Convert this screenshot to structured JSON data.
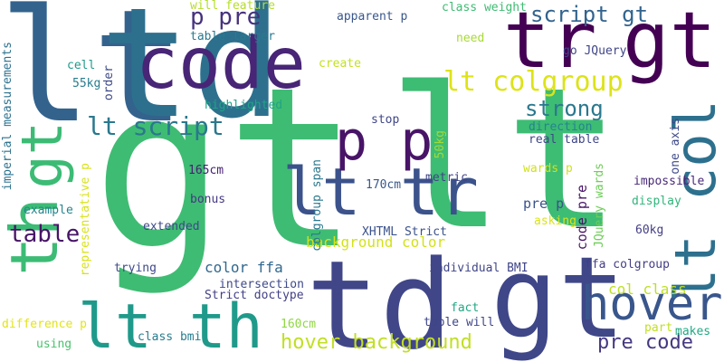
{
  "words": [
    {
      "text": "lt",
      "color": "#33638d"
    },
    {
      "text": "td",
      "color": "#2d708e"
    },
    {
      "text": "gt",
      "color": "#3fbc73"
    },
    {
      "text": "lt",
      "color": "#3dbc74"
    },
    {
      "text": "td",
      "color": "#404688"
    },
    {
      "text": "gt",
      "color": "#3f4788"
    },
    {
      "text": "code",
      "color": "#482576"
    },
    {
      "text": "tr",
      "color": "#440154"
    },
    {
      "text": "gt",
      "color": "#440154"
    },
    {
      "text": "th",
      "color": "#3cbb75"
    },
    {
      "text": "gt",
      "color": "#3cbb75"
    },
    {
      "text": "lt tr",
      "color": "#3b528b"
    },
    {
      "text": "lt th",
      "color": "#1f9a8a"
    },
    {
      "text": "p p",
      "color": "#481467"
    },
    {
      "text": "hover",
      "color": "#39568c"
    },
    {
      "text": "lt col",
      "color": "#2d708e"
    },
    {
      "text": "lt colgroup",
      "color": "#dde318"
    },
    {
      "text": "script gt",
      "color": "#32648e"
    },
    {
      "text": "p pre",
      "color": "#46327e"
    },
    {
      "text": "lt script",
      "color": "#2a788e"
    },
    {
      "text": "strong",
      "color": "#2a788e"
    },
    {
      "text": "table",
      "color": "#481467"
    },
    {
      "text": "hover background",
      "color": "#c2df23"
    },
    {
      "text": "pre code",
      "color": "#453781"
    },
    {
      "text": "background color",
      "color": "#d2e21b"
    },
    {
      "text": "color ffa",
      "color": "#31688e"
    },
    {
      "text": "col class",
      "color": "#bddf26"
    },
    {
      "text": "code pre",
      "color": "#481467"
    },
    {
      "text": "pre p",
      "color": "#3b528b"
    },
    {
      "text": "will feature",
      "color": "#b5de2b"
    },
    {
      "text": "class weight",
      "color": "#3fbc73"
    },
    {
      "text": "apparent p",
      "color": "#39568c"
    },
    {
      "text": "table larger",
      "color": "#2a788e"
    },
    {
      "text": "need",
      "color": "#a8db34"
    },
    {
      "text": "go JQuery",
      "color": "#404688"
    },
    {
      "text": "create",
      "color": "#c5e021"
    },
    {
      "text": "cell",
      "color": "#1f9a8a"
    },
    {
      "text": "55kg",
      "color": "#287d8e"
    },
    {
      "text": "order",
      "color": "#3e4a89"
    },
    {
      "text": "highlighted",
      "color": "#20a386"
    },
    {
      "text": "imperial measurements",
      "color": "#2c728e"
    },
    {
      "text": "stop",
      "color": "#404688"
    },
    {
      "text": "direction",
      "color": "#25848e"
    },
    {
      "text": "real table",
      "color": "#3f4788"
    },
    {
      "text": "50kg",
      "color": "#a0da39"
    },
    {
      "text": "one axis",
      "color": "#3e4989"
    },
    {
      "text": "165cm",
      "color": "#482173"
    },
    {
      "text": "wards p",
      "color": "#d0e11c"
    },
    {
      "text": "representative p",
      "color": "#d8e219"
    },
    {
      "text": "colgroup span",
      "color": "#2a778e"
    },
    {
      "text": "metric",
      "color": "#414487"
    },
    {
      "text": "170cm",
      "color": "#38598c"
    },
    {
      "text": "impossible",
      "color": "#482979"
    },
    {
      "text": "JQuery wards",
      "color": "#6ece58"
    },
    {
      "text": "bonus",
      "color": "#443983"
    },
    {
      "text": "display",
      "color": "#31b57b"
    },
    {
      "text": "example",
      "color": "#25858e"
    },
    {
      "text": "extended",
      "color": "#3e4989"
    },
    {
      "text": "asking",
      "color": "#dae319"
    },
    {
      "text": "60kg",
      "color": "#433e85"
    },
    {
      "text": "XHTML Strict",
      "color": "#3b528b"
    },
    {
      "text": "trying",
      "color": "#3e4989"
    },
    {
      "text": "individual BMI",
      "color": "#404688"
    },
    {
      "text": "ffa colgroup",
      "color": "#433e85"
    },
    {
      "text": "intersection",
      "color": "#3e4989"
    },
    {
      "text": "Strict doctype",
      "color": "#424086"
    },
    {
      "text": "difference p",
      "color": "#e2e418"
    },
    {
      "text": "fact",
      "color": "#22a884"
    },
    {
      "text": "160cm",
      "color": "#90d743"
    },
    {
      "text": "part",
      "color": "#c2df23"
    },
    {
      "text": "table will",
      "color": "#3f4788"
    },
    {
      "text": "makes",
      "color": "#22a884"
    },
    {
      "text": "using",
      "color": "#4ac16d"
    },
    {
      "text": "class bmi",
      "color": "#287d8e"
    }
  ]
}
